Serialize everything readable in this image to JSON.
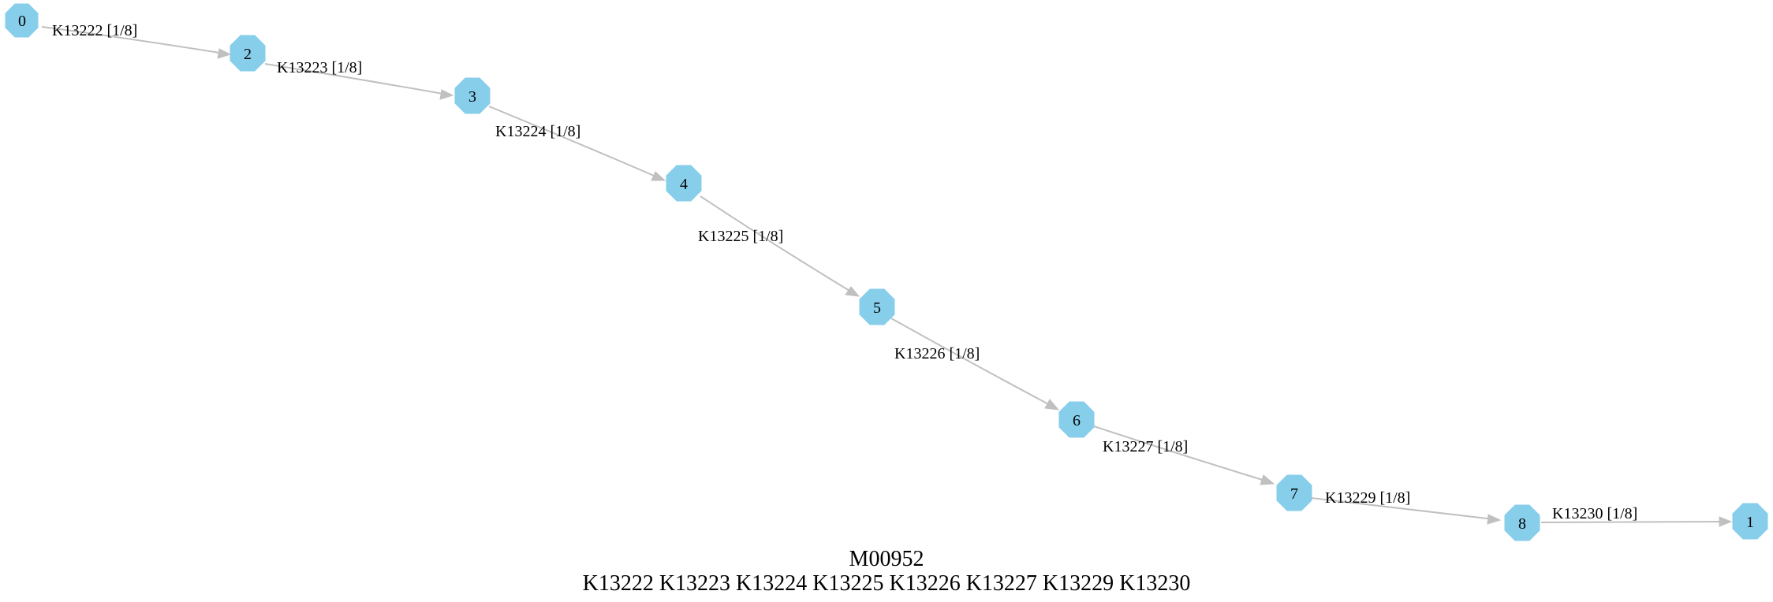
{
  "colors": {
    "node_fill": "#87ceeb",
    "edge": "#c0c0c0",
    "text": "#000000",
    "background": "#ffffff"
  },
  "node_shape": "octagon",
  "nodes": [
    {
      "id": "n0",
      "label": "0"
    },
    {
      "id": "n2",
      "label": "2"
    },
    {
      "id": "n3",
      "label": "3"
    },
    {
      "id": "n4",
      "label": "4"
    },
    {
      "id": "n5",
      "label": "5"
    },
    {
      "id": "n6",
      "label": "6"
    },
    {
      "id": "n7",
      "label": "7"
    },
    {
      "id": "n8",
      "label": "8"
    },
    {
      "id": "n1",
      "label": "1"
    }
  ],
  "edges": [
    {
      "from": "0",
      "to": "2",
      "label": "K13222 [1/8]"
    },
    {
      "from": "2",
      "to": "3",
      "label": "K13223 [1/8]"
    },
    {
      "from": "3",
      "to": "4",
      "label": "K13224 [1/8]"
    },
    {
      "from": "4",
      "to": "5",
      "label": "K13225 [1/8]"
    },
    {
      "from": "5",
      "to": "6",
      "label": "K13226 [1/8]"
    },
    {
      "from": "6",
      "to": "7",
      "label": "K13227 [1/8]"
    },
    {
      "from": "7",
      "to": "8",
      "label": "K13229 [1/8]"
    },
    {
      "from": "8",
      "to": "1",
      "label": "K13230 [1/8]"
    }
  ],
  "caption": {
    "title": "M00952",
    "subtitle": "K13222 K13223 K13224 K13225 K13226 K13227 K13229 K13230"
  }
}
